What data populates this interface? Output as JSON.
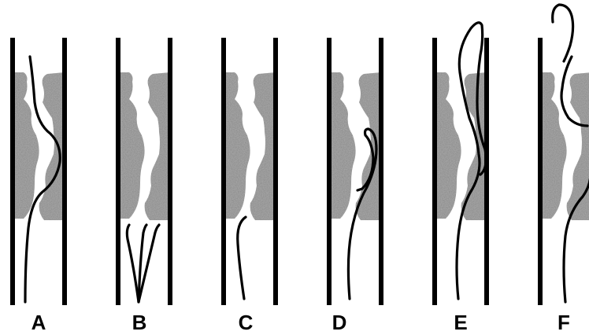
{
  "panels": [
    {
      "id": "A",
      "label": "A"
    },
    {
      "id": "B",
      "label": "B"
    },
    {
      "id": "C",
      "label": "C"
    },
    {
      "id": "D",
      "label": "D"
    },
    {
      "id": "E",
      "label": "E"
    },
    {
      "id": "F",
      "label": "F"
    }
  ],
  "colors": {
    "wall": "#000000",
    "plaque": "#a9a9a9",
    "wire": "#000000",
    "background": "#ffffff"
  }
}
